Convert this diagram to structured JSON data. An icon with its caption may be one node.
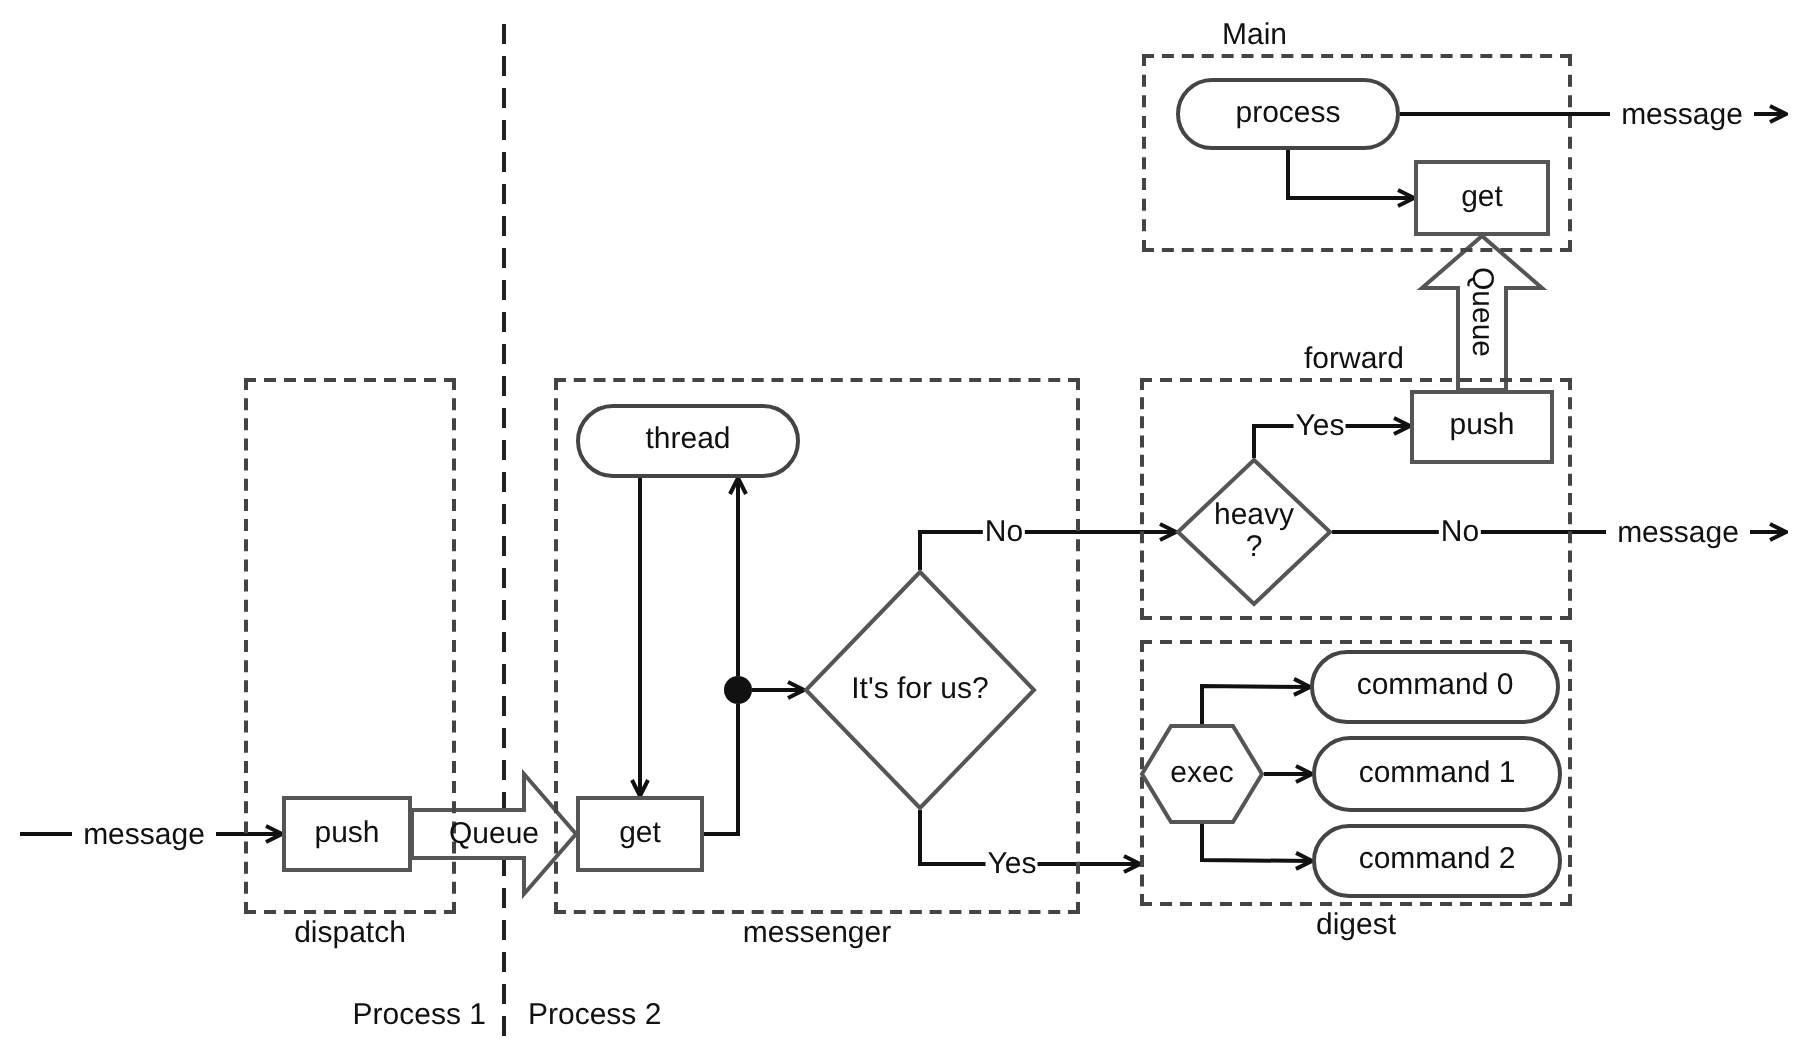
{
  "diagram": {
    "nodes": [
      {
        "text": [
          "dispatch"
        ]
      },
      {
        "text": [
          "push"
        ],
        "in": 0
      },
      {
        "text": [
          "messenger"
        ]
      },
      {
        "text": [
          "thread"
        ],
        "in": 2
      },
      {
        "text": [
          "get"
        ],
        "in": 2
      },
      {
        "text": [],
        "shape": "circle",
        "in": 2
      },
      {
        "text": [
          "It's for us?"
        ],
        "in": 2
      },
      {
        "text": [
          "Main"
        ]
      },
      {
        "text": [
          "process"
        ],
        "in": 7
      },
      {
        "text": [
          "get"
        ],
        "in": 7
      },
      {
        "text": [
          "forward"
        ]
      },
      {
        "text": [
          "push"
        ],
        "in": 10
      },
      {
        "text": [
          "heavy ?"
        ],
        "in": 10
      },
      {
        "text": [
          "digest"
        ]
      },
      {
        "text": [
          "exec"
        ],
        "in": 13
      },
      {
        "text": [
          "command 0"
        ],
        "in": 13
      },
      {
        "text": [
          "command 1"
        ],
        "in": 13
      },
      {
        "text": [
          "command 2"
        ],
        "in": 13
      },
      {
        "text": [
          "message"
        ]
      },
      {
        "text": [
          "message"
        ]
      },
      {
        "text": [
          "message"
        ]
      }
    ],
    "edges": [
      {
        "from": null,
        "to": 18,
        "arrow": "none"
      },
      {
        "from": 18,
        "to": 1,
        "arrow": "to"
      },
      {
        "from": 1,
        "to": 4,
        "arrow": "to",
        "label": "Queue",
        "style": "thick"
      },
      {
        "from": 3,
        "to": 4,
        "arrow": "to"
      },
      {
        "from": 4,
        "to": 5,
        "arrow": "none"
      },
      {
        "from": 5,
        "to": 3,
        "arrow": "to"
      },
      {
        "from": 5,
        "to": 6,
        "arrow": "to"
      },
      {
        "from": 6,
        "to": 12,
        "arrow": "to",
        "label": "No"
      },
      {
        "from": 6,
        "to": 13,
        "arrow": "to",
        "label": "Yes"
      },
      {
        "from": 12,
        "to": 11,
        "arrow": "to",
        "label": "Yes"
      },
      {
        "from": 12,
        "to": 19,
        "arrow": "none",
        "label": "No"
      },
      {
        "from": 19,
        "to": null,
        "arrow": "to"
      },
      {
        "from": 8,
        "to": 20,
        "arrow": "none"
      },
      {
        "from": 20,
        "to": null,
        "arrow": "to"
      },
      {
        "from": 8,
        "to": 9,
        "arrow": "to"
      },
      {
        "from": 11,
        "to": 9,
        "arrow": "to",
        "label": "Queue",
        "style": "thick"
      },
      {
        "from": 14,
        "to": 15,
        "arrow": "to"
      },
      {
        "from": 14,
        "to": 16,
        "arrow": "to"
      },
      {
        "from": 14,
        "to": 17,
        "arrow": "to"
      }
    ],
    "labels": [
      "Process 1",
      "Process 2"
    ]
  }
}
